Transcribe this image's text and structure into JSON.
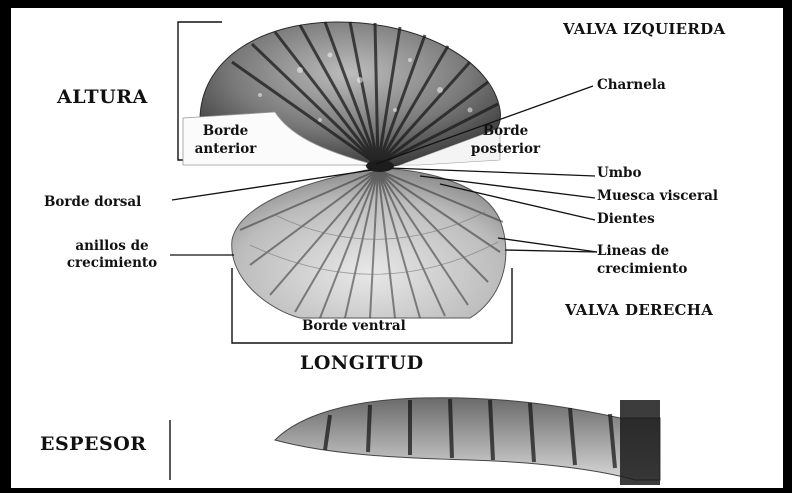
{
  "labels": {
    "valva_izquierda": "VALVA IZQUIERDA",
    "altura": "ALTURA",
    "charnela": "Charnela",
    "borde_anterior_1": "Borde",
    "borde_anterior_2": "anterior",
    "borde_posterior_1": "Borde",
    "borde_posterior_2": "posterior",
    "umbo": "Umbo",
    "borde_dorsal": "Borde dorsal",
    "muesca_visceral": "Muesca visceral",
    "dientes": "Dientes",
    "anillos_1": "anillos de",
    "anillos_2": "crecimiento",
    "lineas_1": "Lineas de",
    "lineas_2": "crecimiento",
    "valva_derecha": "VALVA DERECHA",
    "borde_ventral": "Borde ventral",
    "longitud": "LONGITUD",
    "espesor": "ESPESOR"
  }
}
